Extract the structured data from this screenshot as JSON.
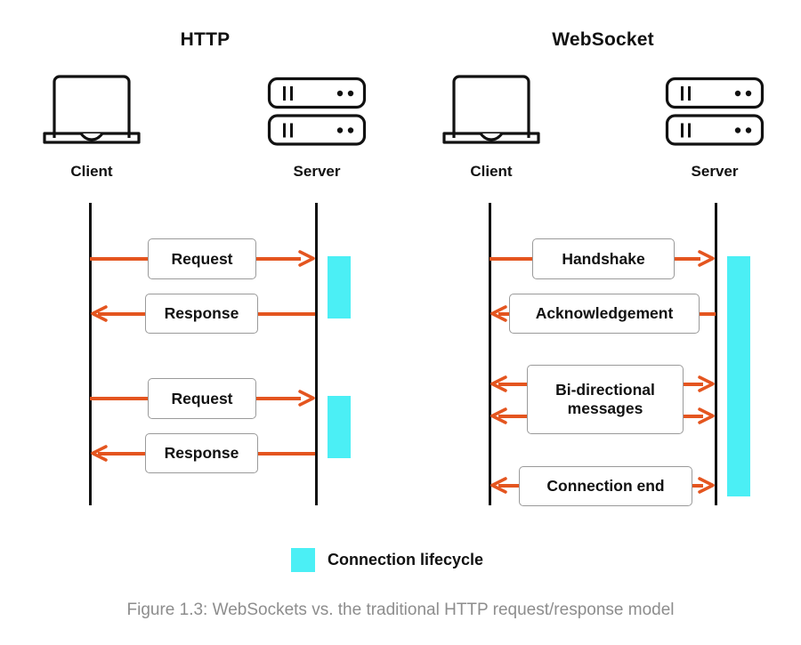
{
  "figure": {
    "caption": "Figure 1.3: WebSockets vs. the traditional HTTP request/response model",
    "colors": {
      "arrow": "#E4551F",
      "lifecycle": "#4BEFF5",
      "lifeline": "#111111",
      "box_border": "#9a9a9a",
      "caption_text": "#8d8d8d",
      "background": "#ffffff"
    }
  },
  "legend": {
    "swatch_color": "#4BEFF5",
    "label": "Connection lifecycle"
  },
  "panels": [
    {
      "id": "http",
      "title": "HTTP",
      "left_actor": {
        "label": "Client",
        "icon": "laptop-icon"
      },
      "right_actor": {
        "label": "Server",
        "icon": "server-icon"
      },
      "messages": [
        {
          "label": "Request",
          "direction": "right"
        },
        {
          "label": "Response",
          "direction": "left"
        },
        {
          "label": "Request",
          "direction": "right"
        },
        {
          "label": "Response",
          "direction": "left"
        }
      ],
      "lifecycle_segments": 2
    },
    {
      "id": "websocket",
      "title": "WebSocket",
      "left_actor": {
        "label": "Client",
        "icon": "laptop-icon"
      },
      "right_actor": {
        "label": "Server",
        "icon": "server-icon"
      },
      "messages": [
        {
          "label": "Handshake",
          "direction": "right"
        },
        {
          "label": "Acknowledgement",
          "direction": "left"
        },
        {
          "label": "Bi-directional messages",
          "direction": "both"
        },
        {
          "label": "Connection end",
          "direction": "both"
        }
      ],
      "lifecycle_segments": 1
    }
  ],
  "labels": {
    "http_title": "HTTP",
    "websocket_title": "WebSocket",
    "http_client": "Client",
    "http_server": "Server",
    "ws_client": "Client",
    "ws_server": "Server",
    "http_msg_1": "Request",
    "http_msg_2": "Response",
    "http_msg_3": "Request",
    "http_msg_4": "Response",
    "ws_msg_1": "Handshake",
    "ws_msg_2": "Acknowledgement",
    "ws_msg_3_line1": "Bi-directional",
    "ws_msg_3_line2": "messages",
    "ws_msg_4": "Connection end"
  }
}
